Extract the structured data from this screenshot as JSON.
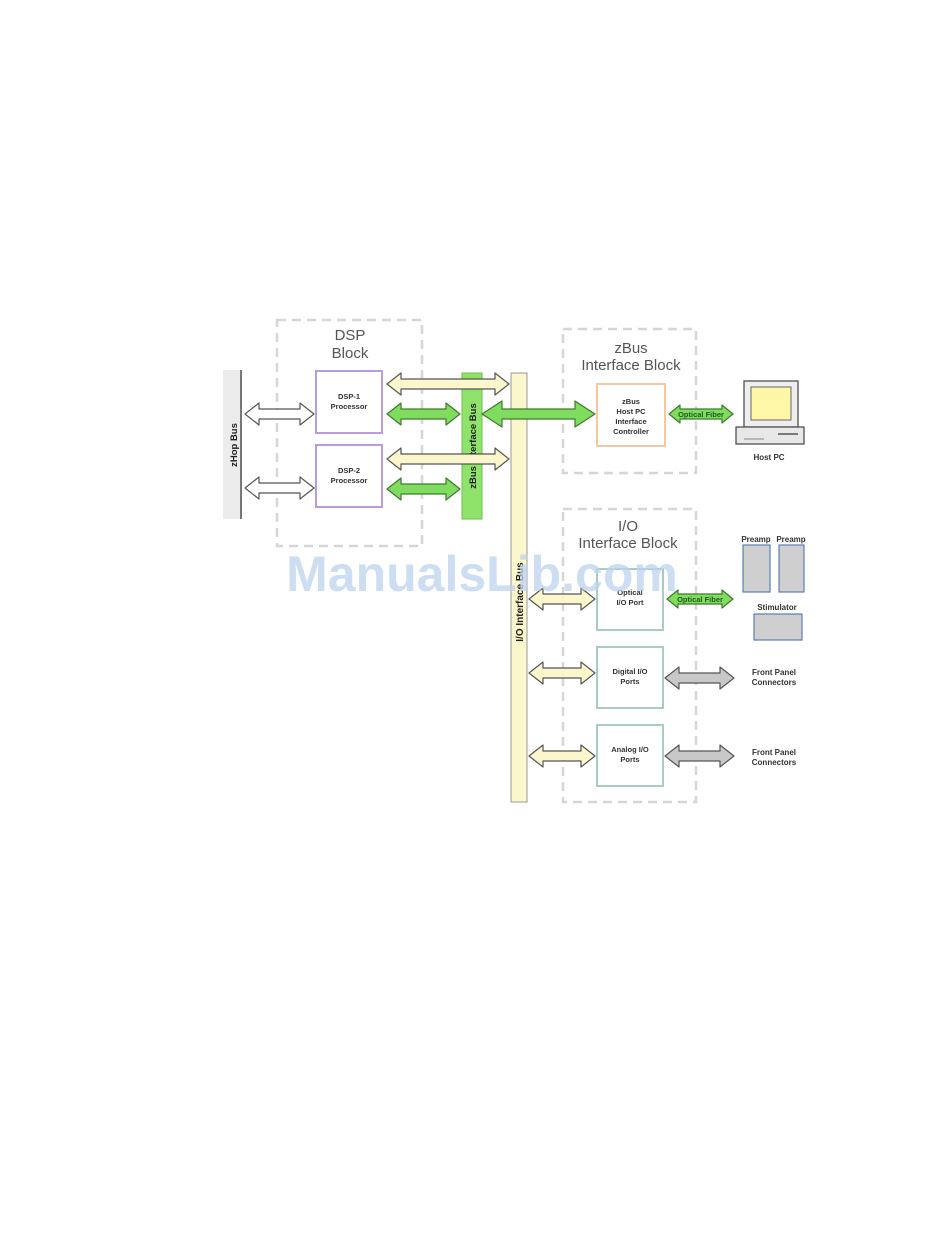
{
  "watermark": "ManualsLib.com",
  "buses": {
    "zhop": "zHop Bus",
    "zbus_interface": "zBus Interface Bus",
    "io_interface": "I/O Interface Bus"
  },
  "dsp_block": {
    "title_line1": "DSP",
    "title_line2": "Block",
    "dsp1": {
      "line1": "DSP-1",
      "line2": "Processor"
    },
    "dsp2": {
      "line1": "DSP-2",
      "line2": "Processor"
    }
  },
  "zbus_block": {
    "title_line1": "zBus",
    "title_line2": "Interface Block",
    "controller": {
      "line1": "zBus",
      "line2": "Host PC",
      "line3": "Interface",
      "line4": "Controller"
    },
    "fiber_label": "Optical Fiber",
    "host_pc": "Host PC"
  },
  "io_block": {
    "title_line1": "I/O",
    "title_line2": "Interface Block",
    "optical_port": {
      "line1": "Optical",
      "line2": "I/O Port"
    },
    "digital_port": {
      "line1": "Digital I/O",
      "line2": "Ports"
    },
    "analog_port": {
      "line1": "Analog I/O",
      "line2": "Ports"
    },
    "fiber_label": "Optical Fiber",
    "preamp_left": "Preamp",
    "preamp_right": "Preamp",
    "stimulator": "Stimulator",
    "front_panel_1": {
      "line1": "Front Panel",
      "line2": "Connectors"
    },
    "front_panel_2": {
      "line1": "Front Panel",
      "line2": "Connectors"
    }
  },
  "colors": {
    "green_bus": "#8fe36a",
    "yellow_bus": "#fbf6cc",
    "dsp_border": "#b99be0",
    "zbus_border": "#f2c9a0",
    "io_border": "#a7ccc6",
    "gray_arrow": "#c8c8c8",
    "green_arrow": "#7fdc5f"
  }
}
